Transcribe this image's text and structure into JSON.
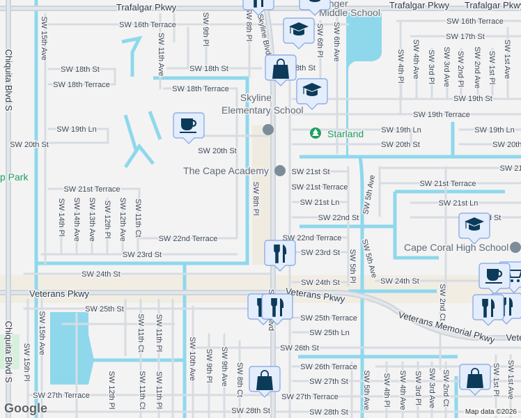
{
  "map": {
    "colors": {
      "background": "#f4f3f3",
      "road": "#d6dce2",
      "water": "#8fd8ec",
      "park": "#1e9e63",
      "marker_fill": "#e4edfb",
      "marker_border": "#7ea3e3",
      "marker_icon": "#0c3b5a",
      "label": "#3d4a5b"
    },
    "streets": [
      "Trafalgar Pkwy",
      "Trafalgar Pkwy",
      "Trafalgar Pkwy",
      "SW 16th Terrace",
      "SW 16th Terrace",
      "SW 17th St",
      "SW 18th St",
      "SW 18th Terrace",
      "SW 18th St",
      "SW 18th Terrace",
      "SW 18th St",
      "SW 19th St",
      "SW 19th Terrace",
      "SW 19th Ln",
      "SW 19th Ln",
      "SW 19th Ln",
      "SW 20th St",
      "SW 20th St",
      "SW 20th St",
      "SW 20th St",
      "SW 21st St",
      "SW 21st St",
      "SW 21st Terrace",
      "SW 21st Terrace",
      "SW 21st Terrace",
      "SW 21st Ln",
      "SW 21st Ln",
      "SW 22nd St",
      "SW 22nd St",
      "SW 22nd Terrace",
      "SW 22nd Terrace",
      "SW 23rd St",
      "SW 23rd St",
      "SW 24th St",
      "SW 24th St",
      "SW 24th St",
      "SW 25th St",
      "SW 25th Terrace",
      "SW 25th Ln",
      "SW 26th St",
      "SW 26th Terrace",
      "SW 27th St",
      "SW 27th Terrace",
      "SW 27th Terrace",
      "SW 28th St",
      "SW 28th St",
      "Chiquita Blvd S",
      "Chiquita Blvd S",
      "SW 15th Ave",
      "SW 11th Ave",
      "SW 9th Pl",
      "SW 8th Pl",
      "Skyline Blvd",
      "SW 6th Pl",
      "SW 6th Ave",
      "SW 4th Pl",
      "SW 4th Ave",
      "SW 3rd Pl",
      "SW 3rd Ave",
      "SW 2nd Pl",
      "SW 2nd Ave",
      "SW 1st Pl",
      "SW 1st Ave",
      "SW 8th Pl",
      "SW 14th Pl",
      "SW 14th Ave",
      "SW 13th Ave",
      "SW 12th Pl",
      "SW 12th Ave",
      "SW 11th Ct",
      "SW 5th Ave",
      "SW 5th Ave",
      "SW 5th Pl",
      "SW 2nd Ct",
      "SW 15th Ave",
      "SW 15th Pl",
      "SW 11th Ct",
      "SW 11th Pl",
      "SW 10th Ave",
      "SW 9th Pl",
      "SW 9th Ave",
      "SW 8th Ct",
      "SW 12th Pl",
      "SW 11th Ct",
      "SW 11th Pl",
      "Skyline Blvd",
      "SW 5th Ave",
      "SW 4th Pl",
      "SW 4th Ave",
      "SW 3rd Pl",
      "SW 3rd Ave",
      "SW 2nd Ct",
      "SW 1st Pl",
      "SW 1st Ave",
      "Veterans Pkwy",
      "Veterans Pkwy",
      "Veterans Memorial Pkwy",
      "Veterans"
    ],
    "pois": {
      "challenger_line1": "Challenger",
      "challenger_line2": "Middle School",
      "skyline_line1": "Skyline",
      "skyline_line2": "Elementary School",
      "starland": "Starland",
      "cape_academy": "The Cape Academy",
      "cape_coral_high": "Cape Coral High School",
      "park": "p Park"
    },
    "markers": [
      "restaurant-icon",
      "school-icon",
      "school-icon",
      "shopping-bag-icon",
      "school-icon",
      "cafe-icon",
      "restaurant-icon",
      "restaurant-icon",
      "restaurant-icon",
      "school-icon",
      "cafe-icon",
      "shopping-cart-icon",
      "restaurant-icon",
      "restaurant-icon",
      "shopping-bag-icon",
      "shopping-bag-icon"
    ],
    "attribution": "Map data ©2026",
    "logo": "Google"
  }
}
